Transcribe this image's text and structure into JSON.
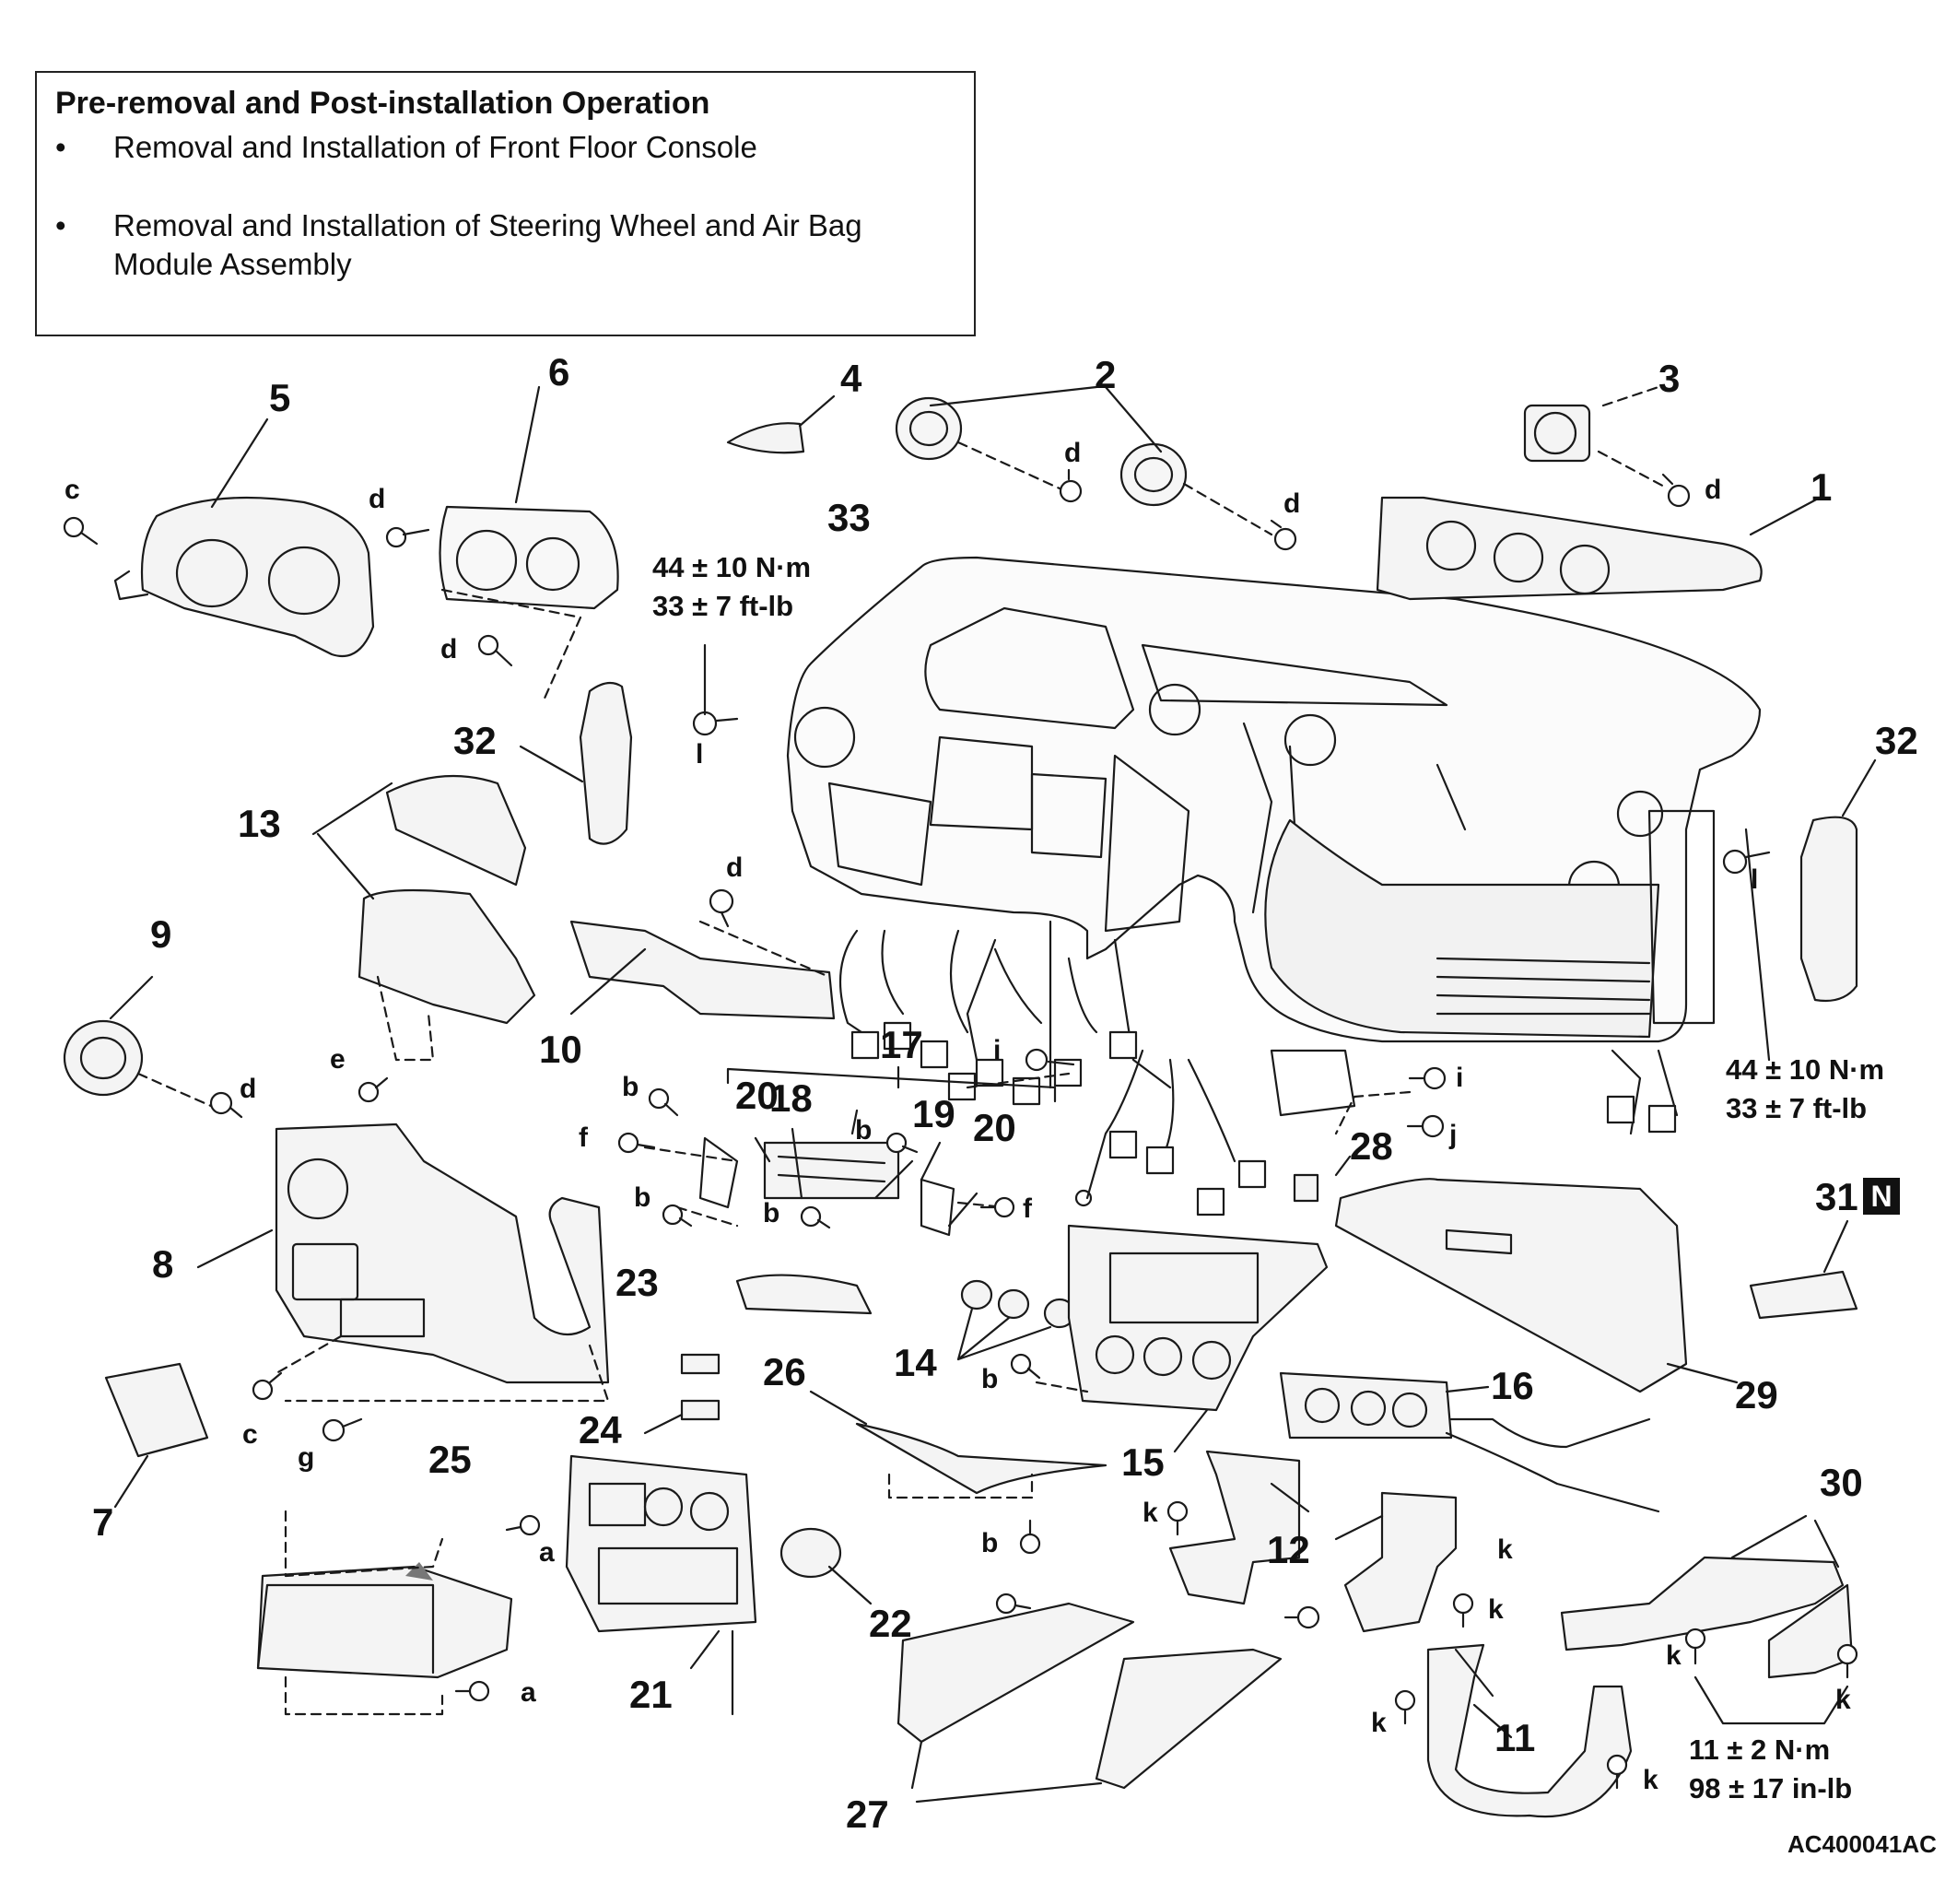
{
  "operation_box": {
    "title": "Pre-removal and Post-installation Operation",
    "bullet_symbol": "•",
    "items": [
      "Removal and Installation of Front Floor Console",
      "Removal and Installation of Steering Wheel and Air Bag Module Assembly"
    ]
  },
  "part_numbers": [
    "1",
    "2",
    "3",
    "4",
    "5",
    "6",
    "7",
    "8",
    "9",
    "10",
    "11",
    "12",
    "13",
    "14",
    "15",
    "16",
    "17",
    "18",
    "19",
    "20",
    "20",
    "21",
    "22",
    "23",
    "24",
    "25",
    "26",
    "27",
    "28",
    "29",
    "30",
    "31",
    "32",
    "32",
    "33"
  ],
  "fastener_letters": [
    "a",
    "a",
    "b",
    "b",
    "b",
    "b",
    "b",
    "b",
    "c",
    "c",
    "d",
    "d",
    "d",
    "d",
    "d",
    "d",
    "d",
    "e",
    "f",
    "f",
    "g",
    "i",
    "i",
    "j",
    "k",
    "k",
    "k",
    "k",
    "k",
    "k",
    "k",
    "l",
    "l"
  ],
  "torque_specs": [
    {
      "metric": "44 ± 10 N·m",
      "imperial": "33 ± 7 ft-lb"
    },
    {
      "metric": "44 ± 10 N·m",
      "imperial": "33 ± 7 ft-lb"
    },
    {
      "metric": "11 ± 2 N·m",
      "imperial": "98 ± 17 in-lb"
    }
  ],
  "new_part_badge": "N",
  "figure_code": "AC400041AC",
  "colors": {
    "line": "#1a1a1a",
    "background": "#ffffff",
    "part_fill": "#f4f4f4"
  }
}
